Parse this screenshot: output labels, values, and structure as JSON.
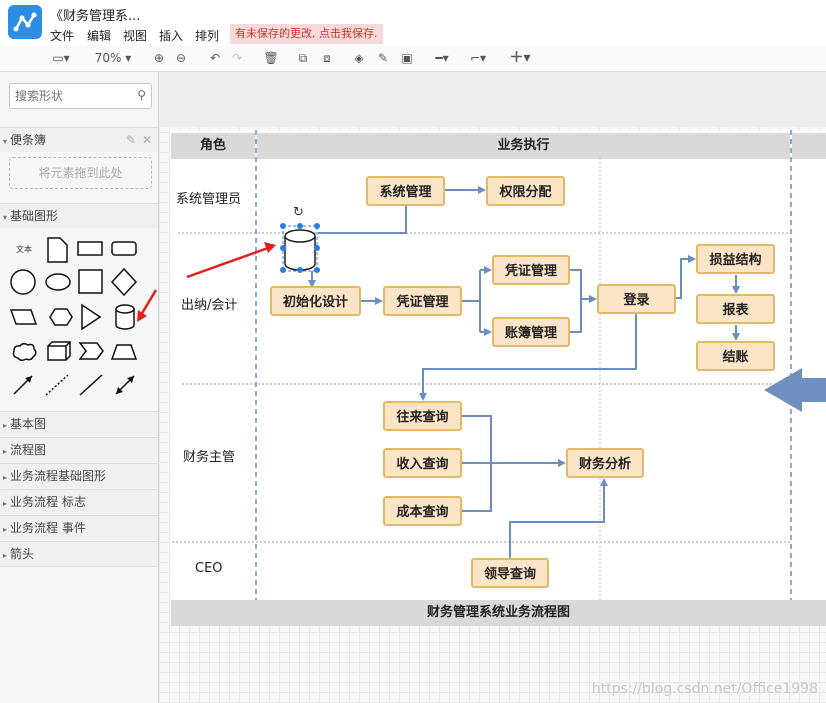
{
  "app": {
    "title": "《财务管理系...",
    "unsaved_notice": "有未保存的更改, 点击我保存."
  },
  "menu": [
    "文件",
    "编辑",
    "视图",
    "插入",
    "排列"
  ],
  "toolbar": {
    "zoom": "70%"
  },
  "sidebar": {
    "search_placeholder": "搜索形状",
    "scratchpad": {
      "label": "便条簿",
      "drop_hint": "将元素拖到此处"
    },
    "basic_shapes": {
      "label": "基础图形",
      "text_shape": "文本"
    },
    "sections": [
      "基本图",
      "流程图",
      "业务流程基础图形",
      "业务流程 标志",
      "业务流程 事件",
      "箭头"
    ]
  },
  "diagram": {
    "header_role": "角色",
    "header_exec": "业务执行",
    "footer": "财务管理系统业务流程图",
    "roles": [
      "系统管理员",
      "出纳/会计",
      "财务主管",
      "CEO"
    ],
    "nodes": {
      "sys_manage": "系统管理",
      "perm_assign": "权限分配",
      "init_design": "初始化设计",
      "voucher_left": "凭证管理",
      "voucher_top": "凭证管理",
      "ledger": "账簿管理",
      "login": "登录",
      "pl_structure": "损益结构",
      "report": "报表",
      "closing": "结账",
      "ar_query": "往来查询",
      "income_query": "收入查询",
      "cost_query": "成本查询",
      "fin_analysis": "财务分析",
      "leader_query": "领导查询"
    }
  },
  "colors": {
    "node_fill": "#fce5c7",
    "node_border": "#e2b969",
    "connector": "#6c8ebf",
    "annotation_red": "#e02020",
    "band": "#d9d9d9"
  },
  "watermark": "https://blog.csdn.net/Office1998"
}
